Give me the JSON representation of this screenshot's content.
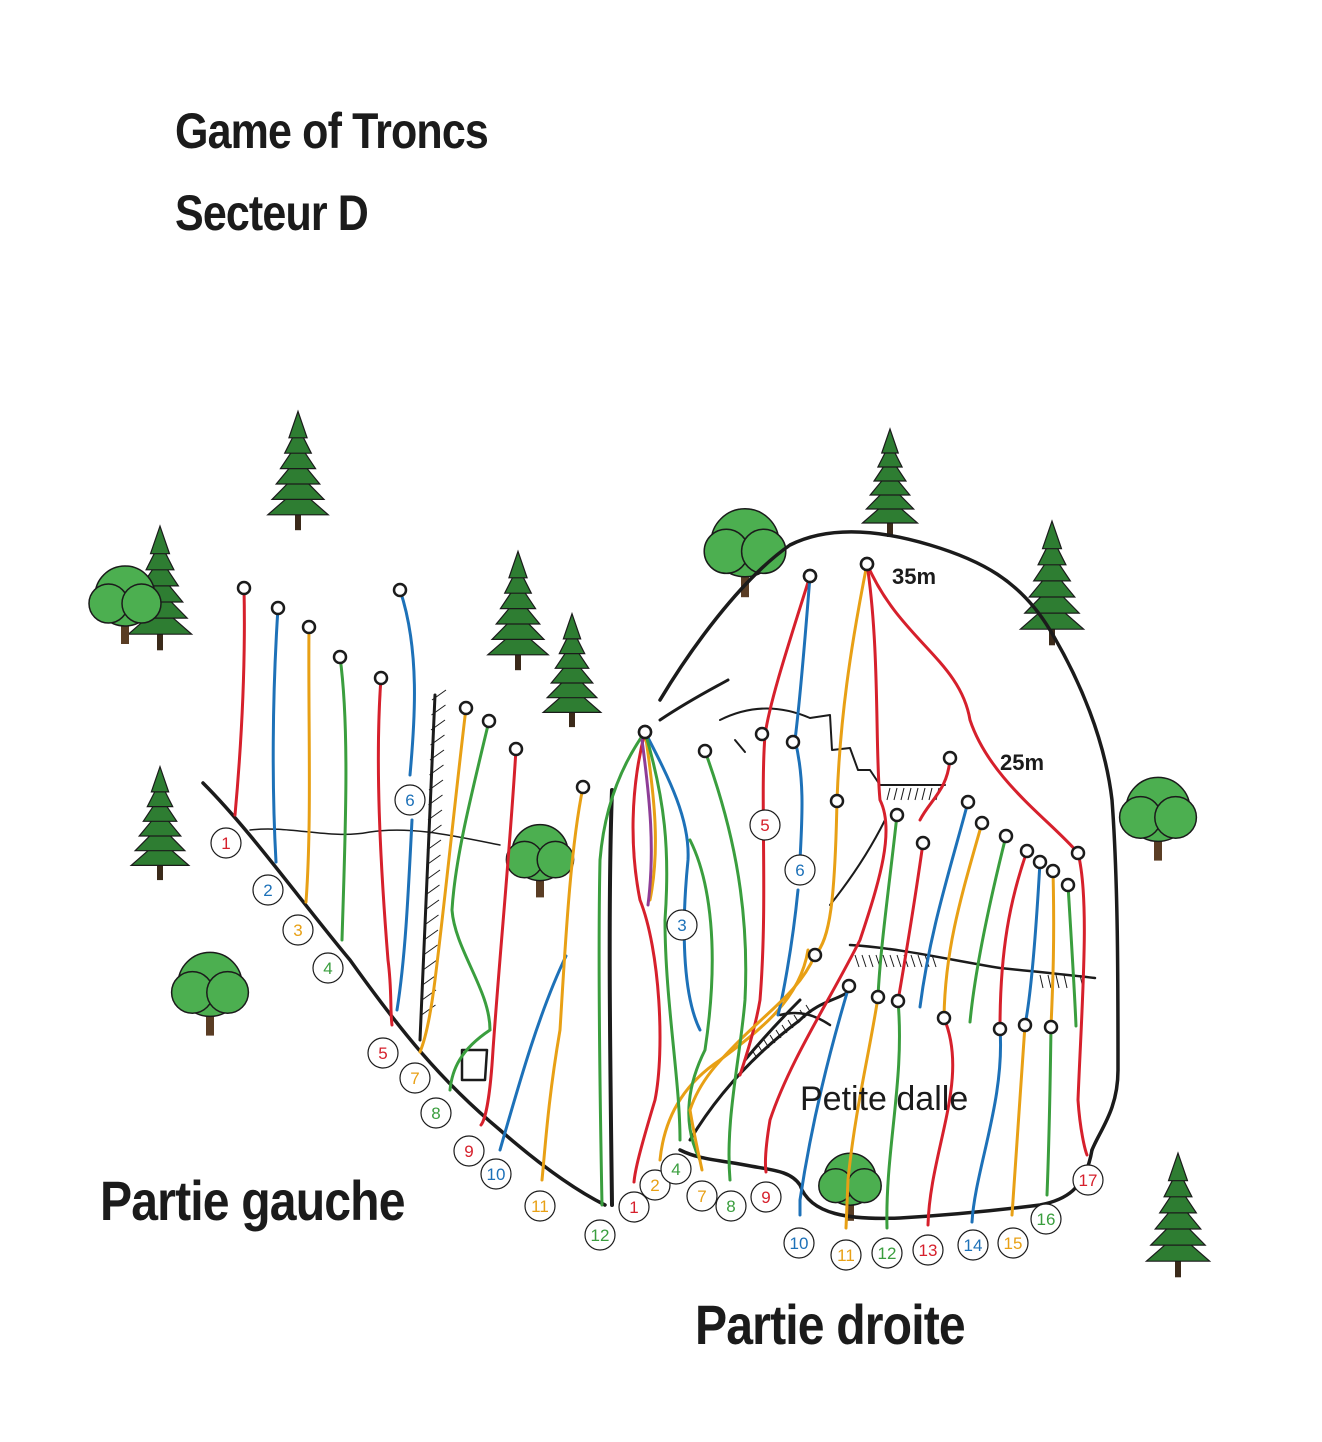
{
  "title": "Game of Troncs",
  "subtitle": "Secteur D",
  "labels": {
    "left_part": "Partie gauche",
    "right_part": "Partie droite",
    "slab": "Petite dalle",
    "height_top": "35m",
    "height_mid": "25m"
  },
  "colors": {
    "red": "#d6202c",
    "blue": "#1d71b8",
    "orange": "#e8a015",
    "green": "#3a9e3e",
    "purple": "#8e3d97",
    "rock": "#1b1b1b",
    "tree": "#2e7d32",
    "tree_light": "#4caf50"
  },
  "left_routes": [
    {
      "n": "1",
      "c": "red"
    },
    {
      "n": "2",
      "c": "blue"
    },
    {
      "n": "3",
      "c": "orange"
    },
    {
      "n": "4",
      "c": "green"
    },
    {
      "n": "5",
      "c": "red"
    },
    {
      "n": "6",
      "c": "blue"
    },
    {
      "n": "7",
      "c": "orange"
    },
    {
      "n": "8",
      "c": "green"
    },
    {
      "n": "9",
      "c": "red"
    },
    {
      "n": "10",
      "c": "blue"
    },
    {
      "n": "11",
      "c": "orange"
    },
    {
      "n": "12",
      "c": "green"
    }
  ],
  "right_routes": [
    {
      "n": "1",
      "c": "red"
    },
    {
      "n": "2",
      "c": "orange"
    },
    {
      "n": "3",
      "c": "blue"
    },
    {
      "n": "4",
      "c": "green"
    },
    {
      "n": "5",
      "c": "red"
    },
    {
      "n": "6",
      "c": "blue"
    },
    {
      "n": "7",
      "c": "orange"
    },
    {
      "n": "8",
      "c": "green"
    },
    {
      "n": "9",
      "c": "red"
    },
    {
      "n": "10",
      "c": "blue"
    },
    {
      "n": "11",
      "c": "orange"
    },
    {
      "n": "12",
      "c": "green"
    },
    {
      "n": "13",
      "c": "red"
    },
    {
      "n": "14",
      "c": "blue"
    },
    {
      "n": "15",
      "c": "orange"
    },
    {
      "n": "16",
      "c": "green"
    },
    {
      "n": "17",
      "c": "red"
    }
  ]
}
